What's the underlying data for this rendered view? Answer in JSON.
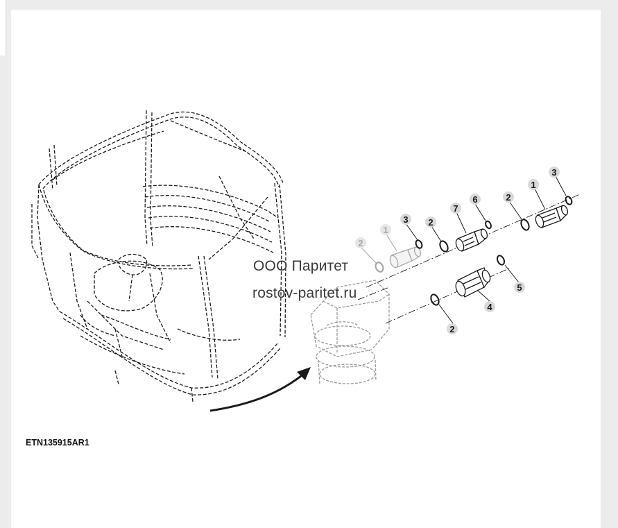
{
  "figure": {
    "id_label": "ETN135915AR1",
    "callouts": [
      {
        "key": "c1a",
        "label": "2",
        "faded": true
      },
      {
        "key": "c1b",
        "label": "1",
        "faded": true
      },
      {
        "key": "c1c",
        "label": "3",
        "faded": false
      },
      {
        "key": "c2a",
        "label": "2",
        "faded": false
      },
      {
        "key": "c2b",
        "label": "7",
        "faded": false
      },
      {
        "key": "c2c",
        "label": "6",
        "faded": false
      },
      {
        "key": "c3a",
        "label": "2",
        "faded": false
      },
      {
        "key": "c3b",
        "label": "1",
        "faded": false
      },
      {
        "key": "c3c",
        "label": "3",
        "faded": false
      },
      {
        "key": "c4a",
        "label": "4",
        "faded": false
      },
      {
        "key": "c4b",
        "label": "5",
        "faded": false
      },
      {
        "key": "c4c",
        "label": "2",
        "faded": false
      }
    ]
  },
  "watermark": {
    "line1": "ООО Паритет",
    "line2": "rostov-paritet.ru"
  },
  "colors": {
    "line": "#1a1a1a",
    "faded": "#a9a9a9",
    "callout_fill": "#d9d9d9",
    "background": "#ececec",
    "panel": "#ffffff"
  }
}
